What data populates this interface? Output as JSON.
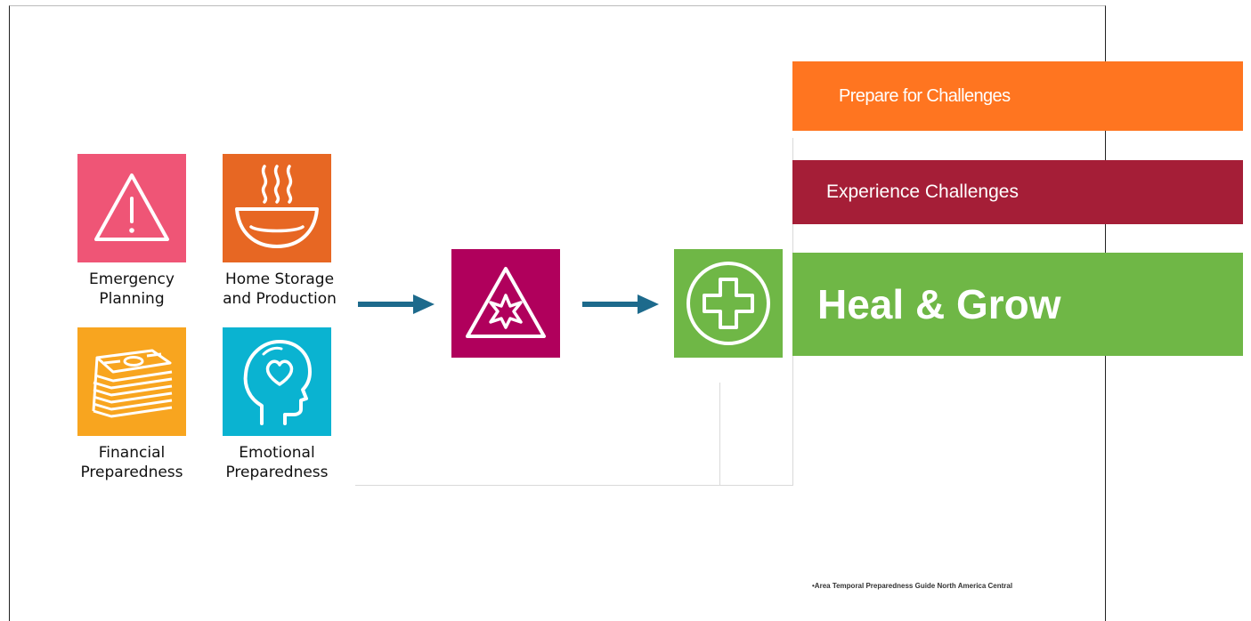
{
  "categories": [
    {
      "name": "emergency-planning",
      "label_line1": "Emergency",
      "label_line2": "Planning",
      "color": "#ef5576",
      "icon": "warning-triangle-icon"
    },
    {
      "name": "home-storage",
      "label_line1": "Home Storage",
      "label_line2": "and Production",
      "color": "#e76723",
      "icon": "steaming-bowl-icon"
    },
    {
      "name": "financial-preparedness",
      "label_line1": "Financial",
      "label_line2": "Preparedness",
      "color": "#f8a51f",
      "icon": "money-stack-icon"
    },
    {
      "name": "emotional-preparedness",
      "label_line1": "Emotional",
      "label_line2": "Preparedness",
      "color": "#0ab3d1",
      "icon": "head-heart-icon"
    }
  ],
  "flow": {
    "challenge_tile_color": "#b0005c",
    "challenge_icon": "triangle-burst-icon",
    "heal_tile_color": "#6fb746",
    "heal_icon": "circle-plus-icon",
    "arrow_color": "#1d6a8c"
  },
  "banners": {
    "prepare": "Prepare for Challenges",
    "experience": "Experience Challenges",
    "heal": "Heal & Grow"
  },
  "colors": {
    "prepare": "#ff7520",
    "experience": "#a51e37",
    "heal": "#6fb746"
  },
  "footnote": "•Area Temporal Preparedness Guide North America Central"
}
